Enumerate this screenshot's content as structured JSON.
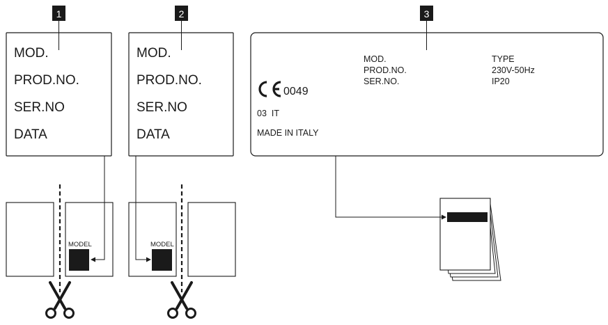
{
  "badges": {
    "one": "1",
    "two": "2",
    "three": "3"
  },
  "label1": {
    "mod": "MOD.",
    "prod": "PROD.NO.",
    "ser": "SER.NO",
    "data": "DATA"
  },
  "label2": {
    "mod": "MOD.",
    "prod": "PROD.NO.",
    "ser": "SER.NO",
    "data": "DATA"
  },
  "plate": {
    "ce_code": "0049",
    "code_line": "03  IT",
    "made_in": "MADE IN ITALY",
    "mod": "MOD.",
    "prod": "PROD.NO.",
    "ser": "SER.NO.",
    "type": "TYPE",
    "voltage": "230V-50Hz",
    "ip": "IP20"
  },
  "cut_cards": {
    "left_model": "MODEL",
    "right_model": "MODEL"
  },
  "colors": {
    "ink": "#1a1a1a",
    "background": "#ffffff"
  }
}
